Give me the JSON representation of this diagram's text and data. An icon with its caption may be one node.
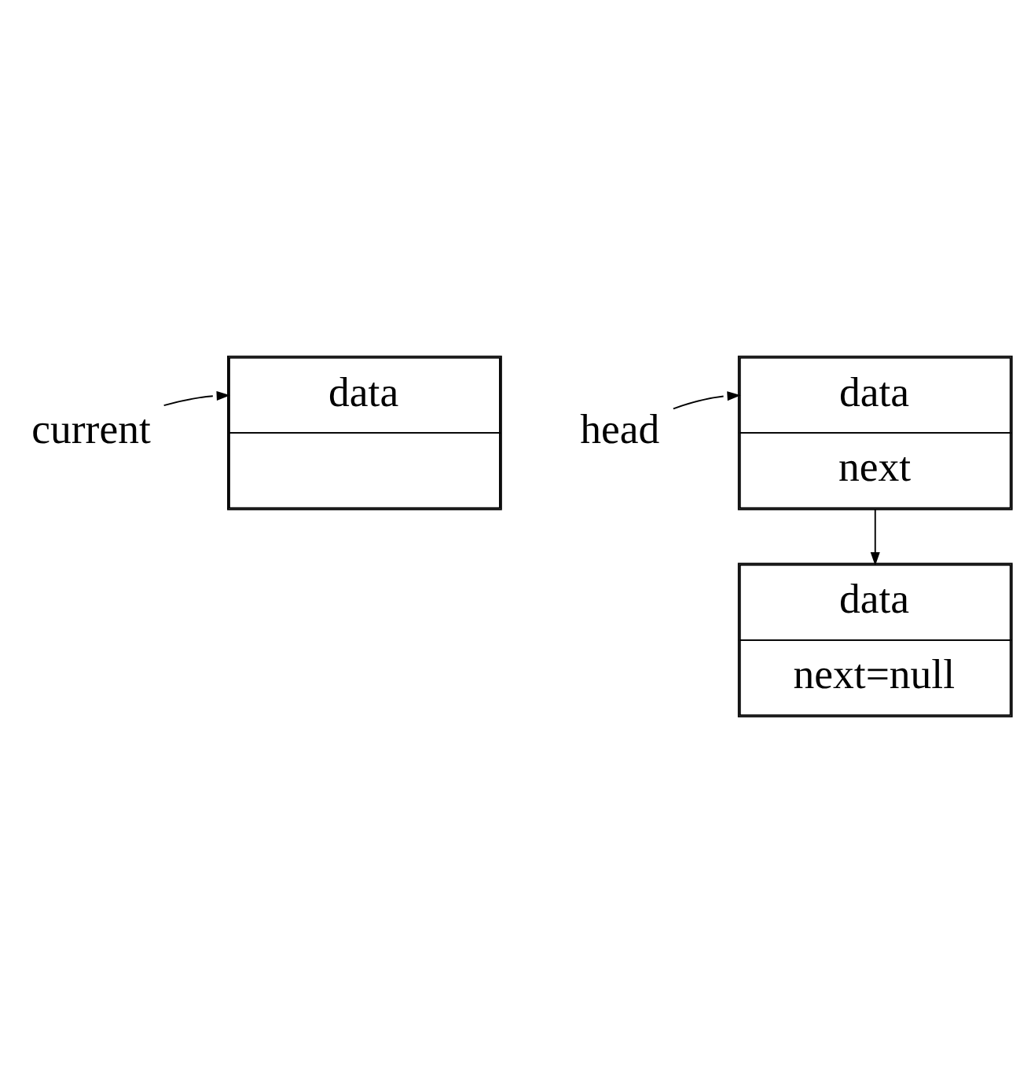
{
  "diagram": {
    "nodes": [
      {
        "text": [
          "current"
        ]
      },
      {
        "text": [
          "data"
        ]
      },
      {
        "text": [
          "head"
        ]
      },
      {
        "text": [
          "data",
          "next"
        ]
      },
      {
        "text": [
          "data",
          "next=null"
        ]
      }
    ],
    "edges": [
      {
        "from": 0,
        "to": 1,
        "arrow": "to"
      },
      {
        "from": 2,
        "to": 3,
        "arrow": "to"
      },
      {
        "from": 3,
        "to": 4,
        "arrow": "to"
      }
    ]
  }
}
